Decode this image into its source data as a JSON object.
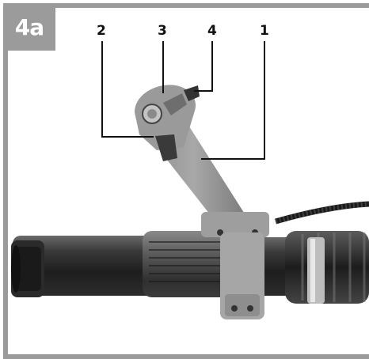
{
  "figure": {
    "label": "4a",
    "callouts": [
      {
        "number": "2"
      },
      {
        "number": "3"
      },
      {
        "number": "4"
      },
      {
        "number": "1"
      }
    ]
  },
  "colors": {
    "frame_gray": "#9b9b9b",
    "text_dark": "#111111"
  }
}
